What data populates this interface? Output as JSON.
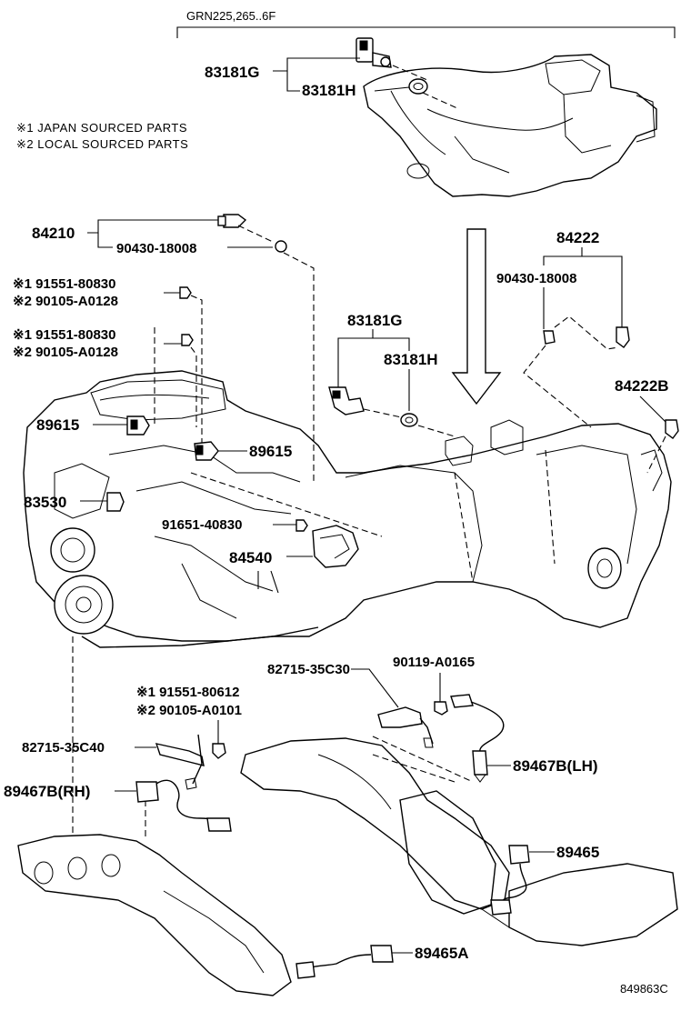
{
  "header": {
    "model_label": "GRN225,265..6F"
  },
  "notes": [
    "※1 JAPAN SOURCED PARTS",
    "※2 LOCAL SOURCED PARTS"
  ],
  "callouts": {
    "c83181G_top": "83181G",
    "c83181H_top": "83181H",
    "c84210": "84210",
    "c90430_left": "90430-18008",
    "c84222": "84222",
    "c90430_right": "90430-18008",
    "c91551_a": "※1 91551-80830",
    "c90105_a": "※2 90105-A0128",
    "c91551_b": "※1 91551-80830",
    "c90105_b": "※2 90105-A0128",
    "c83181G_mid": "83181G",
    "c83181H_mid": "83181H",
    "c84222B": "84222B",
    "c89615_left": "89615",
    "c89615_right": "89615",
    "c83530": "83530",
    "c91651": "91651-40830",
    "c84540": "84540",
    "c82715_35C30": "82715-35C30",
    "c90119": "90119-A0165",
    "c91551_c": "※1 91551-80612",
    "c90105_c": "※2 90105-A0101",
    "c82715_35C40": "82715-35C40",
    "c89467B_LH": "89467B(LH)",
    "c89467B_RH": "89467B(RH)",
    "c89465": "89465",
    "c89465A": "89465A"
  },
  "footer": {
    "diagram_id": "849863C"
  }
}
